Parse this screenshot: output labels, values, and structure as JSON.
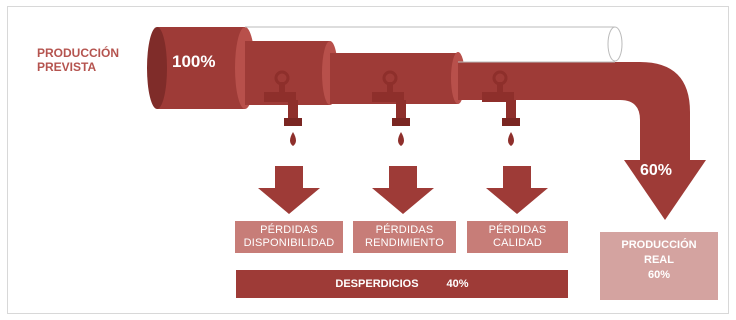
{
  "inputs": {
    "label_line1": "PRODUCCIÓN",
    "label_line2": "PREVISTA",
    "percent": "100%"
  },
  "output": {
    "percent": "60%",
    "label_line1": "PRODUCCIÓN",
    "label_line2": "REAL",
    "label_line3": "60%"
  },
  "losses": [
    {
      "line1": "PÉRDIDAS",
      "line2": "DISPONIBILIDAD"
    },
    {
      "line1": "PÉRDIDAS",
      "line2": "RENDIMIENTO"
    },
    {
      "line1": "PÉRDIDAS",
      "line2": "CALIDAD"
    }
  ],
  "waste": {
    "label": "DESPERDICIOS",
    "percent": "40%"
  },
  "colors": {
    "pipe": "#9e3b37",
    "pipe_light": "#b8504b",
    "pill": "#c77d78",
    "output_box": "#d4a3a0",
    "text": "#b5544f"
  }
}
